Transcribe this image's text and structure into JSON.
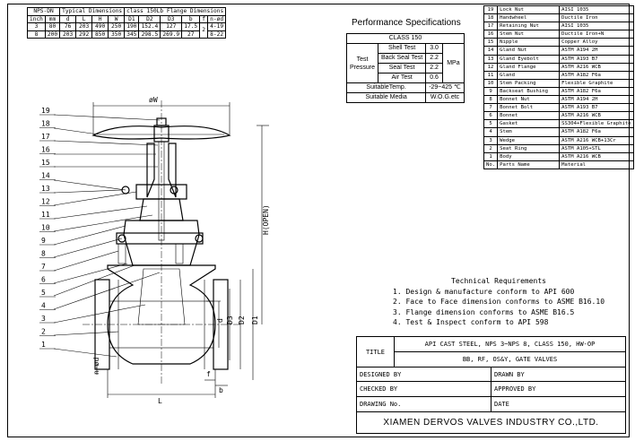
{
  "dimension_table": {
    "header": {
      "nps_dn": "NPS-DN",
      "typical": "Typical Dimensions",
      "flange": "class 150Lb Flange Dimensions"
    },
    "subheader": [
      "inch",
      "mm",
      "d",
      "L",
      "H",
      "W",
      "D1",
      "D2",
      "D3",
      "b",
      "f",
      "n-ød"
    ],
    "rows": [
      [
        "3",
        "80",
        "76",
        "203",
        "490",
        "250",
        "190",
        "152.4",
        "127",
        "17.5",
        "2",
        "4-19"
      ],
      [
        "8",
        "200",
        "203",
        "292",
        "850",
        "350",
        "345",
        "298.5",
        "269.9",
        "27",
        "2",
        "8-22"
      ]
    ]
  },
  "performance": {
    "title": "Performance Specifications",
    "class_label": "CLASS 150",
    "test_pressure_label": "Test Pressure",
    "tests": [
      {
        "name": "Shell Test",
        "value": "3.0"
      },
      {
        "name": "Back Seal Test",
        "value": "2.2"
      },
      {
        "name": "Seal Test",
        "value": "2.2"
      },
      {
        "name": "Air Test",
        "value": "0.6"
      }
    ],
    "unit": "MPa",
    "suitable_temp_label": "SuitableTemp.",
    "suitable_temp_value": "-29~425 ℃",
    "suitable_media_label": "Suitable Media",
    "suitable_media_value": "W.O.G.etc"
  },
  "parts": {
    "rows": [
      {
        "no": "19",
        "name": "Lock Nut",
        "material": "AISI 1035"
      },
      {
        "no": "18",
        "name": "Handwheel",
        "material": "Ductile Iron"
      },
      {
        "no": "17",
        "name": "Retaining Nut",
        "material": "AISI 1035"
      },
      {
        "no": "16",
        "name": "Stem Nut",
        "material": "Ductile Iron+N"
      },
      {
        "no": "15",
        "name": "Nipple",
        "material": "Copper Alloy"
      },
      {
        "no": "14",
        "name": "Gland Nut",
        "material": "ASTM A194 2H"
      },
      {
        "no": "13",
        "name": "Gland Eyebolt",
        "material": "ASTM A193 B7"
      },
      {
        "no": "12",
        "name": "Gland Flange",
        "material": "ASTM A216 WCB"
      },
      {
        "no": "11",
        "name": "Gland",
        "material": "ASTM A182 F6a"
      },
      {
        "no": "10",
        "name": "Stem Packing",
        "material": "Flexible Graphite"
      },
      {
        "no": "9",
        "name": "Backseat Bushing",
        "material": "ASTM A182 F6a"
      },
      {
        "no": "8",
        "name": "Bonnet Nut",
        "material": "ASTM A194 2H"
      },
      {
        "no": "7",
        "name": "Bonnet Bolt",
        "material": "ASTM A193 B7"
      },
      {
        "no": "6",
        "name": "Bonnet",
        "material": "ASTM A216 WCB"
      },
      {
        "no": "5",
        "name": "Gasket",
        "material": "SS304+Flexible Graphite"
      },
      {
        "no": "4",
        "name": "Stem",
        "material": "ASTM A182 F6a"
      },
      {
        "no": "3",
        "name": "Wedge",
        "material": "ASTM A216 WCB+13Cr"
      },
      {
        "no": "2",
        "name": "Seat Ring",
        "material": "ASTM A105+STL"
      },
      {
        "no": "1",
        "name": "Body",
        "material": "ASTM A216 WCB"
      }
    ],
    "header": {
      "no": "No.",
      "name": "Parts Name",
      "material": "Material"
    }
  },
  "technical": {
    "title": "Technical Requirements",
    "items": [
      "1. Design & manufacture conform to API 600",
      "2. Face to Face dimension conforms to ASME B16.10",
      "3. Flange dimension conforms to ASME B16.5",
      "4. Test & Inspect conform to API 598"
    ]
  },
  "title_block": {
    "title_label": "TITLE",
    "title_line1": "API CAST STEEL, NPS 3~NPS 8, CLASS 150, HW-OP",
    "title_line2": "BB, RF, OS&Y, GATE VALVES",
    "designed_by": "DESIGNED BY",
    "drawn_by": "DRAWN BY",
    "checked_by": "CHECKED BY",
    "approved_by": "APPROVED BY",
    "drawing_no": "DRAWING No.",
    "date": "DATE",
    "company": "XIAMEN DERVOS VALVES INDUSTRY CO.,LTD."
  },
  "drawing": {
    "balloons": [
      "19",
      "18",
      "17",
      "16",
      "15",
      "14",
      "13",
      "12",
      "11",
      "10",
      "9",
      "8",
      "7",
      "6",
      "5",
      "4",
      "3",
      "2",
      "1"
    ],
    "dim_w": "øW",
    "dim_h": "H(OPEN)",
    "dim_d": "d",
    "dim_d1": "D1",
    "dim_d2": "D2",
    "dim_d3": "D3",
    "dim_l": "L",
    "dim_f": "f",
    "dim_b": "b",
    "dim_nd": "n-ød"
  }
}
